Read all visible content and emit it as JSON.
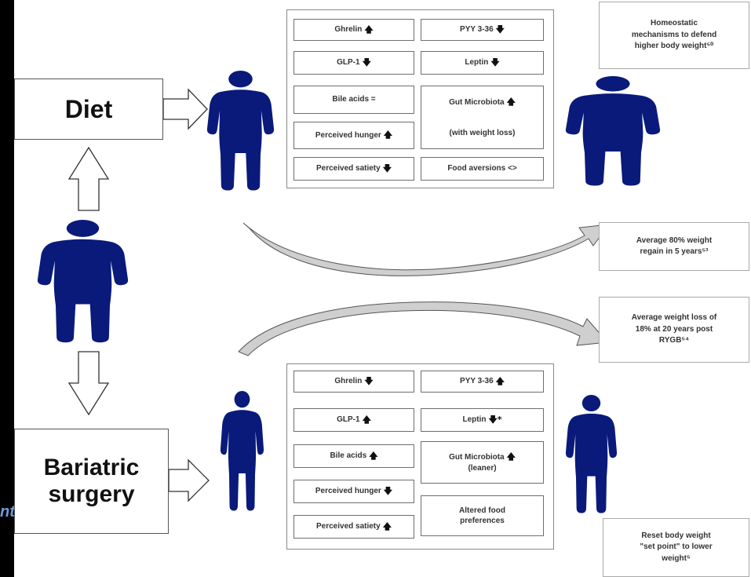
{
  "margin_fragment": "nt",
  "colors": {
    "figure": "#0a1a7a",
    "background": "#000000"
  },
  "labels": {
    "diet": "Diet",
    "bariatric": "Bariatric\nsurgery"
  },
  "diet_panel": [
    {
      "label": "Ghrelin",
      "arrow": "🡅"
    },
    {
      "label": "PYY 3-36",
      "arrow": "🡇"
    },
    {
      "label": "GLP-1",
      "arrow": "🡇"
    },
    {
      "label": "Leptin",
      "arrow": "🡇"
    },
    {
      "label": "Bile acids =",
      "arrow": ""
    },
    {
      "label": "Gut Microbiota",
      "arrow": "🡅",
      "sub": "(with weight loss)"
    },
    {
      "label": "Perceived hunger",
      "arrow": "🡅"
    },
    {
      "label": "Perceived satiety",
      "arrow": "🡇"
    },
    {
      "label": "Food aversions <>",
      "arrow": ""
    }
  ],
  "surgery_panel": [
    {
      "label": "Ghrelin",
      "arrow": "🡇"
    },
    {
      "label": "PYY 3-36",
      "arrow": "🡅"
    },
    {
      "label": "GLP-1",
      "arrow": "🡅"
    },
    {
      "label": "Leptin",
      "arrow": "🡇*"
    },
    {
      "label": "Bile acids",
      "arrow": "🡅"
    },
    {
      "label": "Gut Microbiota",
      "arrow": "🡅",
      "sub": "(leaner)"
    },
    {
      "label": "Perceived hunger",
      "arrow": "🡇"
    },
    {
      "label": "Altered food\npreferences",
      "arrow": ""
    },
    {
      "label": "Perceived satiety",
      "arrow": "🡅"
    }
  ],
  "notes": {
    "homeostatic": "Homeostatic\nmechanisms to defend\nhigher body weight⁵⁰",
    "regain": "Average 80% weight\nregain in 5 years⁵³",
    "loss": "Average weight loss of\n18% at 20 years post\nRYGB⁵⁴",
    "reset": "Reset body weight\n\"set point\" to lower\nweight⁵"
  }
}
